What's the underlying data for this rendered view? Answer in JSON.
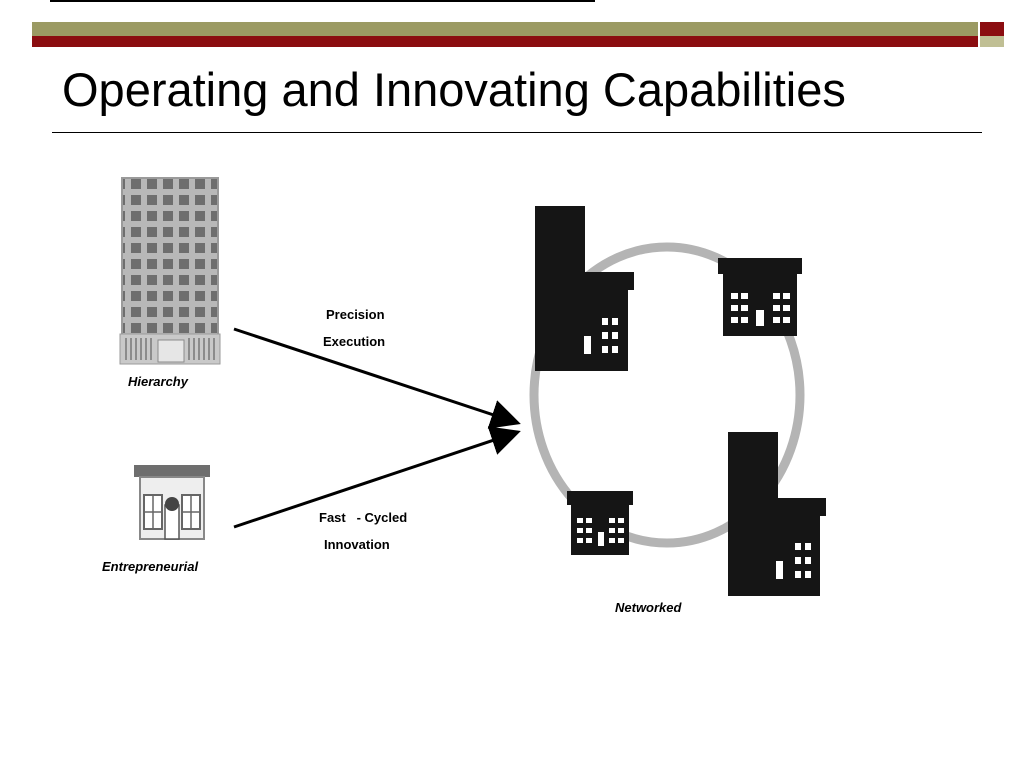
{
  "slide": {
    "title": "Operating and Innovating Capabilities",
    "colors": {
      "bar_olive": "#9b9a63",
      "bar_maroon": "#8b0d10",
      "ring": "#b4b4b4"
    }
  },
  "diagram": {
    "nodes": [
      {
        "id": "hierarchy",
        "label": "Hierarchy",
        "icon": "office-tower-icon"
      },
      {
        "id": "entrepreneurial",
        "label": "Entrepreneurial",
        "icon": "storefront-icon"
      },
      {
        "id": "networked",
        "label": "Networked",
        "icon": "building-network-icon"
      }
    ],
    "edges": [
      {
        "from": "hierarchy",
        "to": "networked",
        "label_line1": "Precision",
        "label_line2": "Execution"
      },
      {
        "from": "entrepreneurial",
        "to": "networked",
        "label_line1": "Fast   - Cycled",
        "label_line2": "Innovation"
      }
    ]
  }
}
